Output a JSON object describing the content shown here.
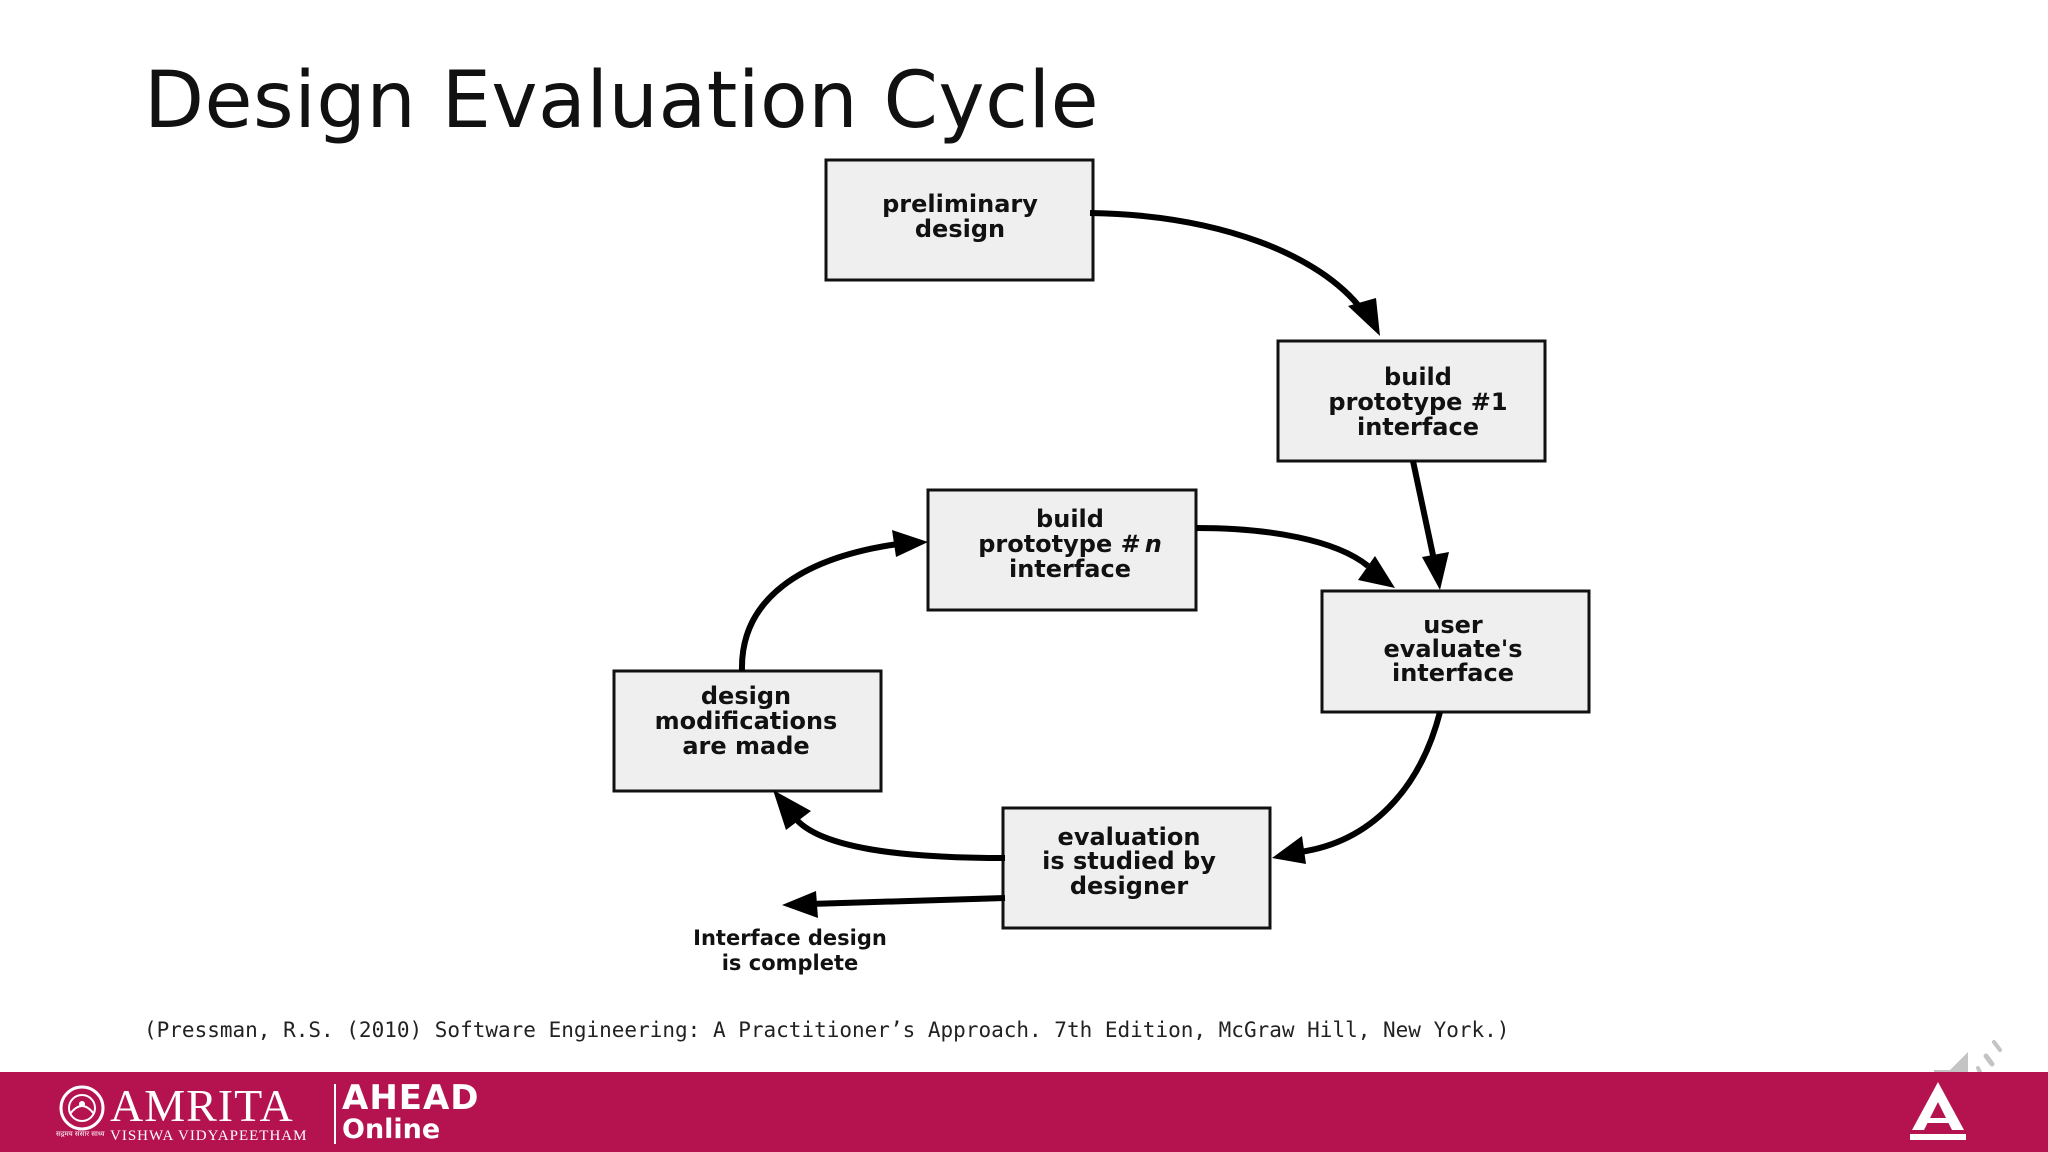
{
  "slide": {
    "title": "Design Evaluation Cycle",
    "citation": "(Pressman, R.S. (2010) Software Engineering: A Practitioner’s Approach. 7th Edition, McGraw Hill, New York.)"
  },
  "diagram": {
    "nodes": {
      "preliminary_design": [
        "preliminary",
        "design"
      ],
      "build_prototype_1": [
        "build",
        "prototype #1",
        "interface"
      ],
      "user_evaluates": [
        "user",
        "evaluate's",
        "interface"
      ],
      "evaluation_studied": [
        "evaluation",
        "is studied by",
        "designer"
      ],
      "design_modifications": [
        "design",
        "modifications",
        "are made"
      ],
      "build_prototype_n": [
        "build",
        "prototype #",
        "n",
        "interface"
      ]
    },
    "exit_label": [
      "Interface design",
      "is complete"
    ]
  },
  "footer": {
    "brand_name": "AMRITA",
    "brand_subtitle": "VISHWA VIDYAPEETHAM",
    "brand_tagline": "सद्गमय संसार साध्य",
    "program": "AHEAD",
    "program_sub": "Online",
    "background_color": "#b5134f"
  },
  "icons": [
    "speaker-icon",
    "amrita-seal-icon",
    "ahead-brand-icon"
  ]
}
